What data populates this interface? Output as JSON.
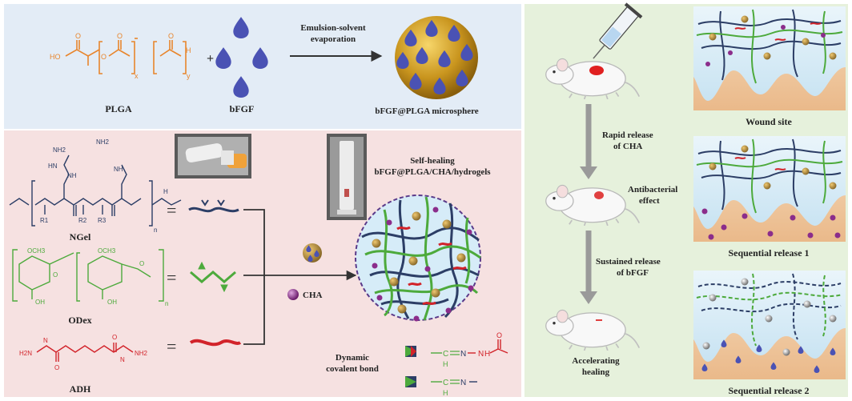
{
  "colors": {
    "top_panel_bg": "#e3ecf6",
    "bottom_panel_bg": "#f6e1e1",
    "right_panel_bg": "#e6f1dc",
    "plga": "#e8852c",
    "ngel": "#2c3e66",
    "odex": "#4daa3c",
    "adh": "#d2232a",
    "bfgf": "#4a52b4",
    "microsphere": "#c9951e",
    "cha": "#8b2d8b",
    "tissue": "#f2cfa2",
    "gel": "#d6ecf8",
    "arrow_gray": "#9a9a9a"
  },
  "top_panel": {
    "plga_label": "PLGA",
    "plus": "+",
    "bfgf_label": "bFGF",
    "process_label_line1": "Emulsion-solvent",
    "process_label_line2": "evaporation",
    "microsphere_label": "bFGF@PLGA microsphere"
  },
  "plga_formula": {
    "ho": "HO",
    "o1": "O",
    "o2": "O",
    "o3": "O",
    "o4": "O",
    "h": "H",
    "x": "x",
    "y": "y"
  },
  "bottom_panel": {
    "ngel_label": "NGel",
    "odex_label": "ODex",
    "adh_label": "ADH",
    "ngel_groups": {
      "nh2_a": "NH2",
      "hn_a": "HN",
      "nh_a": "NH",
      "nh2_b": "NH2",
      "nh_b": "NH",
      "h": "H",
      "r1": "R1",
      "r2": "R2",
      "r3": "R3",
      "n_sub": "n"
    },
    "odex_groups": {
      "och3_a": "OCH3",
      "och3_b": "OCH3",
      "oh_a": "OH",
      "oh_b": "OH",
      "o_a": "O",
      "o_b": "O",
      "n_sub": "n"
    },
    "adh_groups": {
      "h2n": "H2N",
      "nh_left": "N",
      "nh_right": "N",
      "nh2": "NH2",
      "o_top": "O",
      "o_bottom": "O"
    },
    "equals": "=",
    "cha_label": "CHA",
    "hydrogel_title_line1": "Self-healing",
    "hydrogel_title_line2": "bFGF@PLGA/CHA/hydrogels",
    "bond_label_line1": "Dynamic",
    "bond_label_line2": "covalent bond",
    "bond1": {
      "c": "C",
      "n1": "N",
      "n2": "N",
      "h1": "H",
      "h2": "H",
      "o": "O"
    },
    "bond2": {
      "c": "C",
      "n": "N",
      "h": "H"
    }
  },
  "right_panel": {
    "step1_line1": "Rapid release",
    "step1_line2": "of CHA",
    "antibacterial_line1": "Antibacterial",
    "antibacterial_line2": "effect",
    "step2_line1": "Sustained release",
    "step2_line2": "of bFGF",
    "healing_line1": "Accelerating",
    "healing_line2": "healing",
    "wound_site_label": "Wound site",
    "sequential1_label": "Sequential release 1",
    "sequential2_label": "Sequential release 2"
  }
}
